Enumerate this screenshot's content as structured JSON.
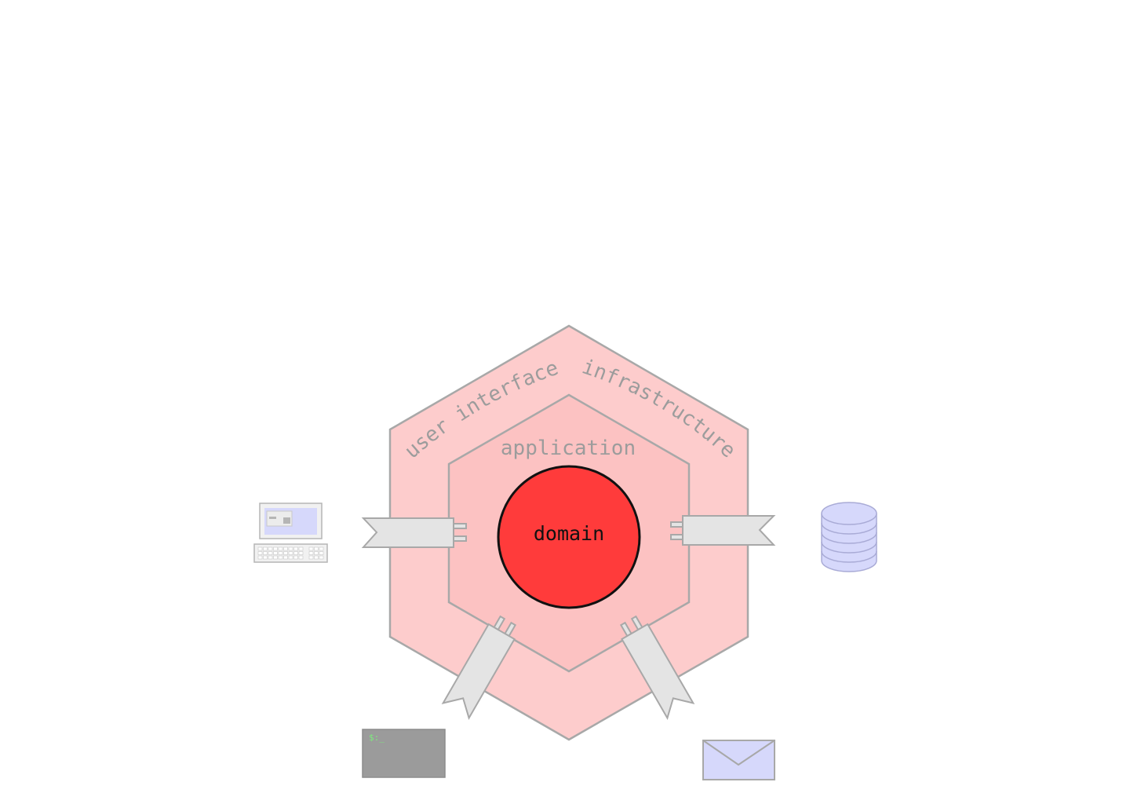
{
  "diagram": {
    "outer_label_left": "user interface",
    "outer_label_right": "infrastructure",
    "middle_label": "application",
    "core_label": "domain",
    "terminal_prompt": "$:_"
  },
  "colors": {
    "outer_hexagon": "#fdcccc",
    "middle_hexagon": "#fcc2c2",
    "core_circle": "#ff3b3b",
    "adapter": "#e4e4e4",
    "outline": "#a8a8a8",
    "device_fill": "#d6d8fb",
    "terminal_bg": "#9b9b9b",
    "terminal_text": "#7dea7d"
  },
  "icons": [
    "desktop-computer-icon",
    "database-icon",
    "terminal-icon",
    "mail-envelope-icon"
  ]
}
